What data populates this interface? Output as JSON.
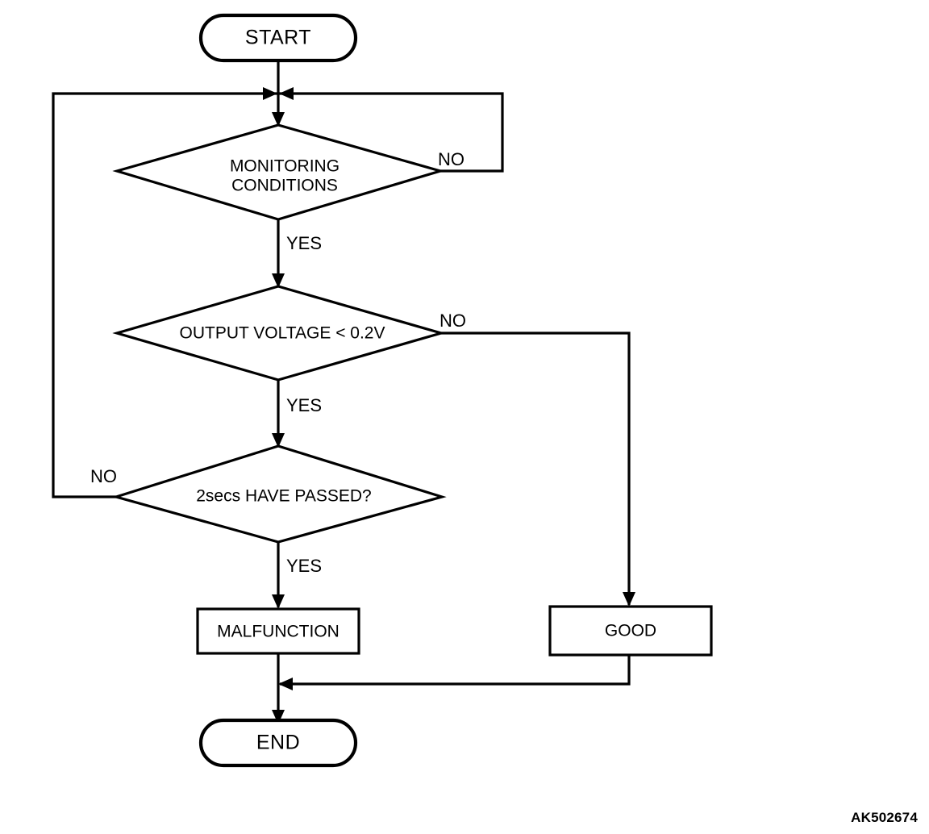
{
  "diagram": {
    "type": "flowchart",
    "title": "Monitoring / Output Voltage Diagnostic Flowchart",
    "background_color": "#ffffff",
    "line_color": "#000000",
    "nodes": [
      {
        "id": "start",
        "shape": "terminator",
        "label": "START"
      },
      {
        "id": "monitoring",
        "shape": "decision",
        "label_line1": "MONITORING",
        "label_line2": "CONDITIONS"
      },
      {
        "id": "voltage",
        "shape": "decision",
        "label": "OUTPUT VOLTAGE < 0.2V"
      },
      {
        "id": "timer",
        "shape": "decision",
        "label": "2secs HAVE PASSED?"
      },
      {
        "id": "malfunction",
        "shape": "process",
        "label": "MALFUNCTION"
      },
      {
        "id": "good",
        "shape": "process",
        "label": "GOOD"
      },
      {
        "id": "end",
        "shape": "terminator",
        "label": "END"
      }
    ],
    "branch_labels": {
      "monitoring_no": "NO",
      "monitoring_yes": "YES",
      "voltage_no": "NO",
      "voltage_yes": "YES",
      "timer_no": "NO",
      "timer_yes": "YES"
    },
    "edges": [
      {
        "from": "start",
        "to": "monitoring",
        "label": ""
      },
      {
        "from": "monitoring",
        "to": "voltage",
        "label": "YES"
      },
      {
        "from": "monitoring",
        "to": "monitoring",
        "label": "NO"
      },
      {
        "from": "voltage",
        "to": "timer",
        "label": "YES"
      },
      {
        "from": "voltage",
        "to": "good",
        "label": "NO"
      },
      {
        "from": "timer",
        "to": "malfunction",
        "label": "YES"
      },
      {
        "from": "timer",
        "to": "monitoring",
        "label": "NO"
      },
      {
        "from": "malfunction",
        "to": "end",
        "label": ""
      },
      {
        "from": "good",
        "to": "end",
        "label": ""
      }
    ]
  },
  "watermark": {
    "code": "AK502674"
  }
}
